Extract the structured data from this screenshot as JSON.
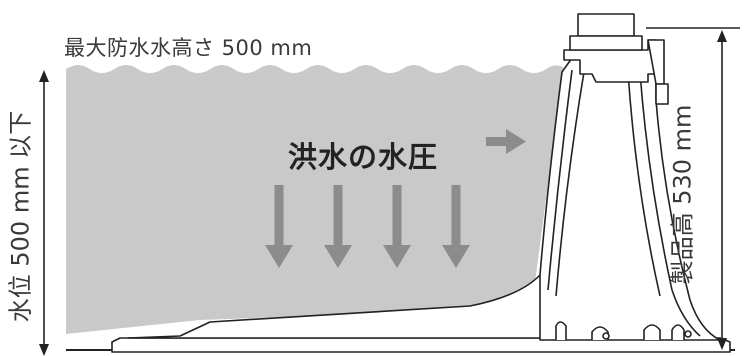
{
  "labels": {
    "max_water_height": "最大防水水高さ 500 mm",
    "flood_pressure": "洪水の水圧",
    "water_level": "水位 500 mm 以下",
    "product_height": "製品高 530 mm"
  },
  "colors": {
    "water": "#c9c9c9",
    "arrow": "#8c8c8c",
    "outline": "#222222",
    "dimension": "#222222"
  }
}
